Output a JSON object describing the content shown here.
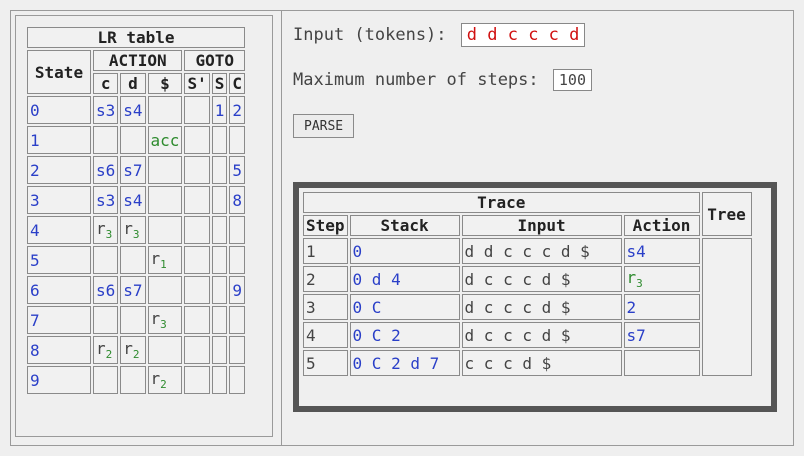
{
  "lr_table": {
    "title": "LR table",
    "state_header": "State",
    "action_header": "ACTION",
    "goto_header": "GOTO",
    "action_cols": [
      "c",
      "d",
      "$"
    ],
    "goto_cols": [
      "S'",
      "S",
      "C"
    ],
    "rows": [
      {
        "state": "0",
        "c": "s3",
        "d": "s4",
        "end": "",
        "sp": "",
        "s": "1",
        "cc": "2"
      },
      {
        "state": "1",
        "c": "",
        "d": "",
        "end": "acc",
        "sp": "",
        "s": "",
        "cc": ""
      },
      {
        "state": "2",
        "c": "s6",
        "d": "s7",
        "end": "",
        "sp": "",
        "s": "",
        "cc": "5"
      },
      {
        "state": "3",
        "c": "s3",
        "d": "s4",
        "end": "",
        "sp": "",
        "s": "",
        "cc": "8"
      },
      {
        "state": "4",
        "c": "r3",
        "d": "r3",
        "end": "",
        "sp": "",
        "s": "",
        "cc": ""
      },
      {
        "state": "5",
        "c": "",
        "d": "",
        "end": "r1",
        "sp": "",
        "s": "",
        "cc": ""
      },
      {
        "state": "6",
        "c": "s6",
        "d": "s7",
        "end": "",
        "sp": "",
        "s": "",
        "cc": "9"
      },
      {
        "state": "7",
        "c": "",
        "d": "",
        "end": "r3",
        "sp": "",
        "s": "",
        "cc": ""
      },
      {
        "state": "8",
        "c": "r2",
        "d": "r2",
        "end": "",
        "sp": "",
        "s": "",
        "cc": ""
      },
      {
        "state": "9",
        "c": "",
        "d": "",
        "end": "r2",
        "sp": "",
        "s": "",
        "cc": ""
      }
    ]
  },
  "controls": {
    "input_label": "Input (tokens):",
    "input_value": "d d c c c d",
    "steps_label": "Maximum number of steps:",
    "steps_value": "100",
    "parse_label": "PARSE"
  },
  "trace": {
    "title": "Trace",
    "tree_header": "Tree",
    "headers": [
      "Step",
      "Stack",
      "Input",
      "Action"
    ],
    "rows": [
      {
        "step": "1",
        "stack": "0",
        "input": "d d c c c d $",
        "action": "s4"
      },
      {
        "step": "2",
        "stack": "0 d 4",
        "input": "d c c c d $",
        "action": "r3"
      },
      {
        "step": "3",
        "stack": "0 C",
        "input": "d c c c d $",
        "action": "2"
      },
      {
        "step": "4",
        "stack": "0 C 2",
        "input": "d c c c d $",
        "action": "s7"
      },
      {
        "step": "5",
        "stack": "0 C 2 d 7",
        "input": "c c c d $",
        "action": ""
      }
    ]
  },
  "colors": {
    "shift": "#2a3fc8",
    "reduce": "#2e8b2e",
    "input_token": "#d01010"
  }
}
